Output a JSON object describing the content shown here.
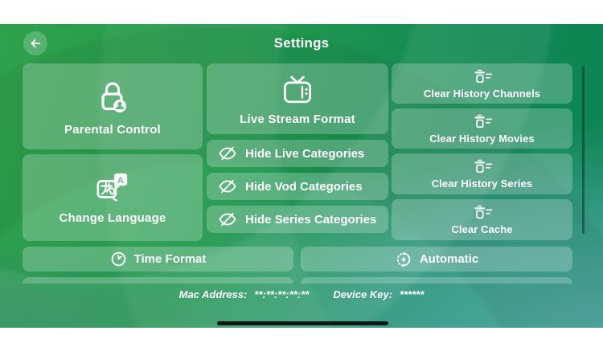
{
  "header": {
    "title": "Settings",
    "back_icon": "arrow-left-icon"
  },
  "tiles": {
    "parental_control": {
      "label": "Parental Control",
      "icon": "lock-user-icon"
    },
    "change_language": {
      "label": "Change Language",
      "icon": "translate-icon"
    },
    "live_stream_format": {
      "label": "Live Stream Format",
      "icon": "tv-icon"
    },
    "hide_live": {
      "label": "Hide Live Categories",
      "icon": "eye-slash-icon"
    },
    "hide_vod": {
      "label": "Hide Vod Categories",
      "icon": "eye-slash-icon"
    },
    "hide_series": {
      "label": "Hide Series Categories",
      "icon": "eye-slash-icon"
    },
    "clear_history_channels": {
      "label": "Clear History Channels",
      "icon": "trash-list-icon"
    },
    "clear_history_movies": {
      "label": "Clear History Movies",
      "icon": "trash-list-icon"
    },
    "clear_history_series": {
      "label": "Clear History Series",
      "icon": "trash-list-icon"
    },
    "clear_cache": {
      "label": "Clear Cache",
      "icon": "trash-list-icon"
    },
    "time_format": {
      "label": "Time Format",
      "icon": "clock-icon"
    },
    "automatic": {
      "label": "Automatic",
      "icon": "auto-renew-icon"
    }
  },
  "footer": {
    "mac_label": "Mac Address:",
    "mac_value": "**:**:**:**:**",
    "device_key_label": "Device Key:",
    "device_key_value": "******"
  },
  "colors": {
    "green_bright": "#2fa14b",
    "green_dark": "#0c8455",
    "teal": "#58acaa",
    "teal_deep": "#2e8b66",
    "card_overlay": "rgba(255,255,255,0.23)",
    "badge_green": "#64b584",
    "scrollbar": "rgba(0,25,15,0.42)",
    "home_indicator": "#101715",
    "text": "#ffffff"
  }
}
